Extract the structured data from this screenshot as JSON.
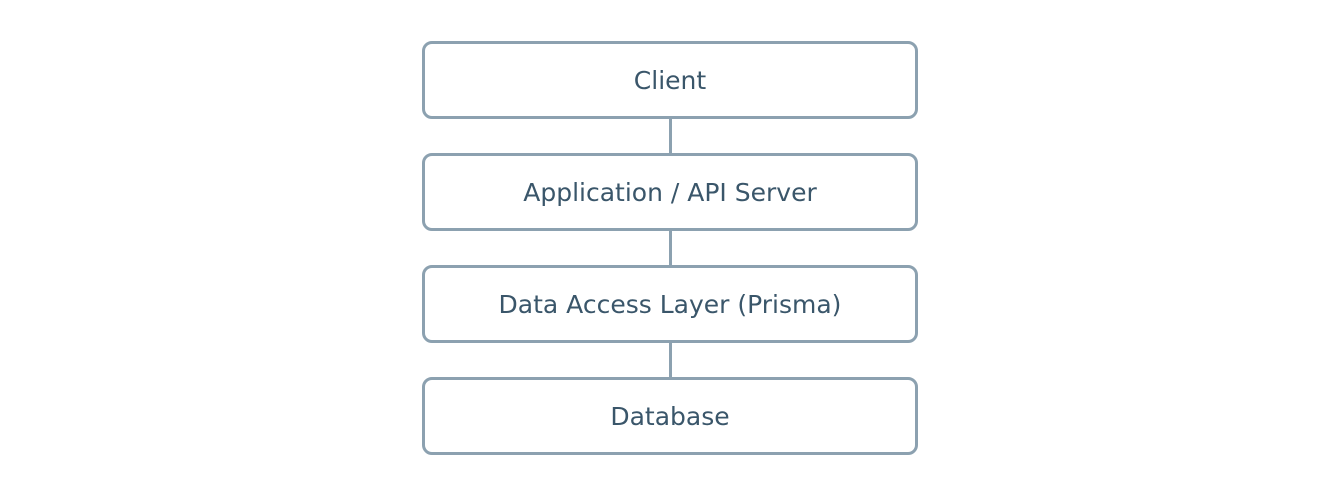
{
  "diagram": {
    "type": "flowchart-vertical",
    "nodes": [
      {
        "id": "client",
        "label": "Client"
      },
      {
        "id": "app-api-server",
        "label": "Application / API Server"
      },
      {
        "id": "data-access-layer",
        "label": "Data Access Layer (Prisma)"
      },
      {
        "id": "database",
        "label": "Database"
      }
    ],
    "edges": [
      {
        "from": "client",
        "to": "app-api-server"
      },
      {
        "from": "app-api-server",
        "to": "data-access-layer"
      },
      {
        "from": "data-access-layer",
        "to": "database"
      }
    ],
    "colors": {
      "background": "#FFFFFF",
      "node_fill": "#FFFFFF",
      "node_border": "#8CA1B0",
      "connector": "#8CA1B0",
      "text": "#3A566A"
    }
  }
}
